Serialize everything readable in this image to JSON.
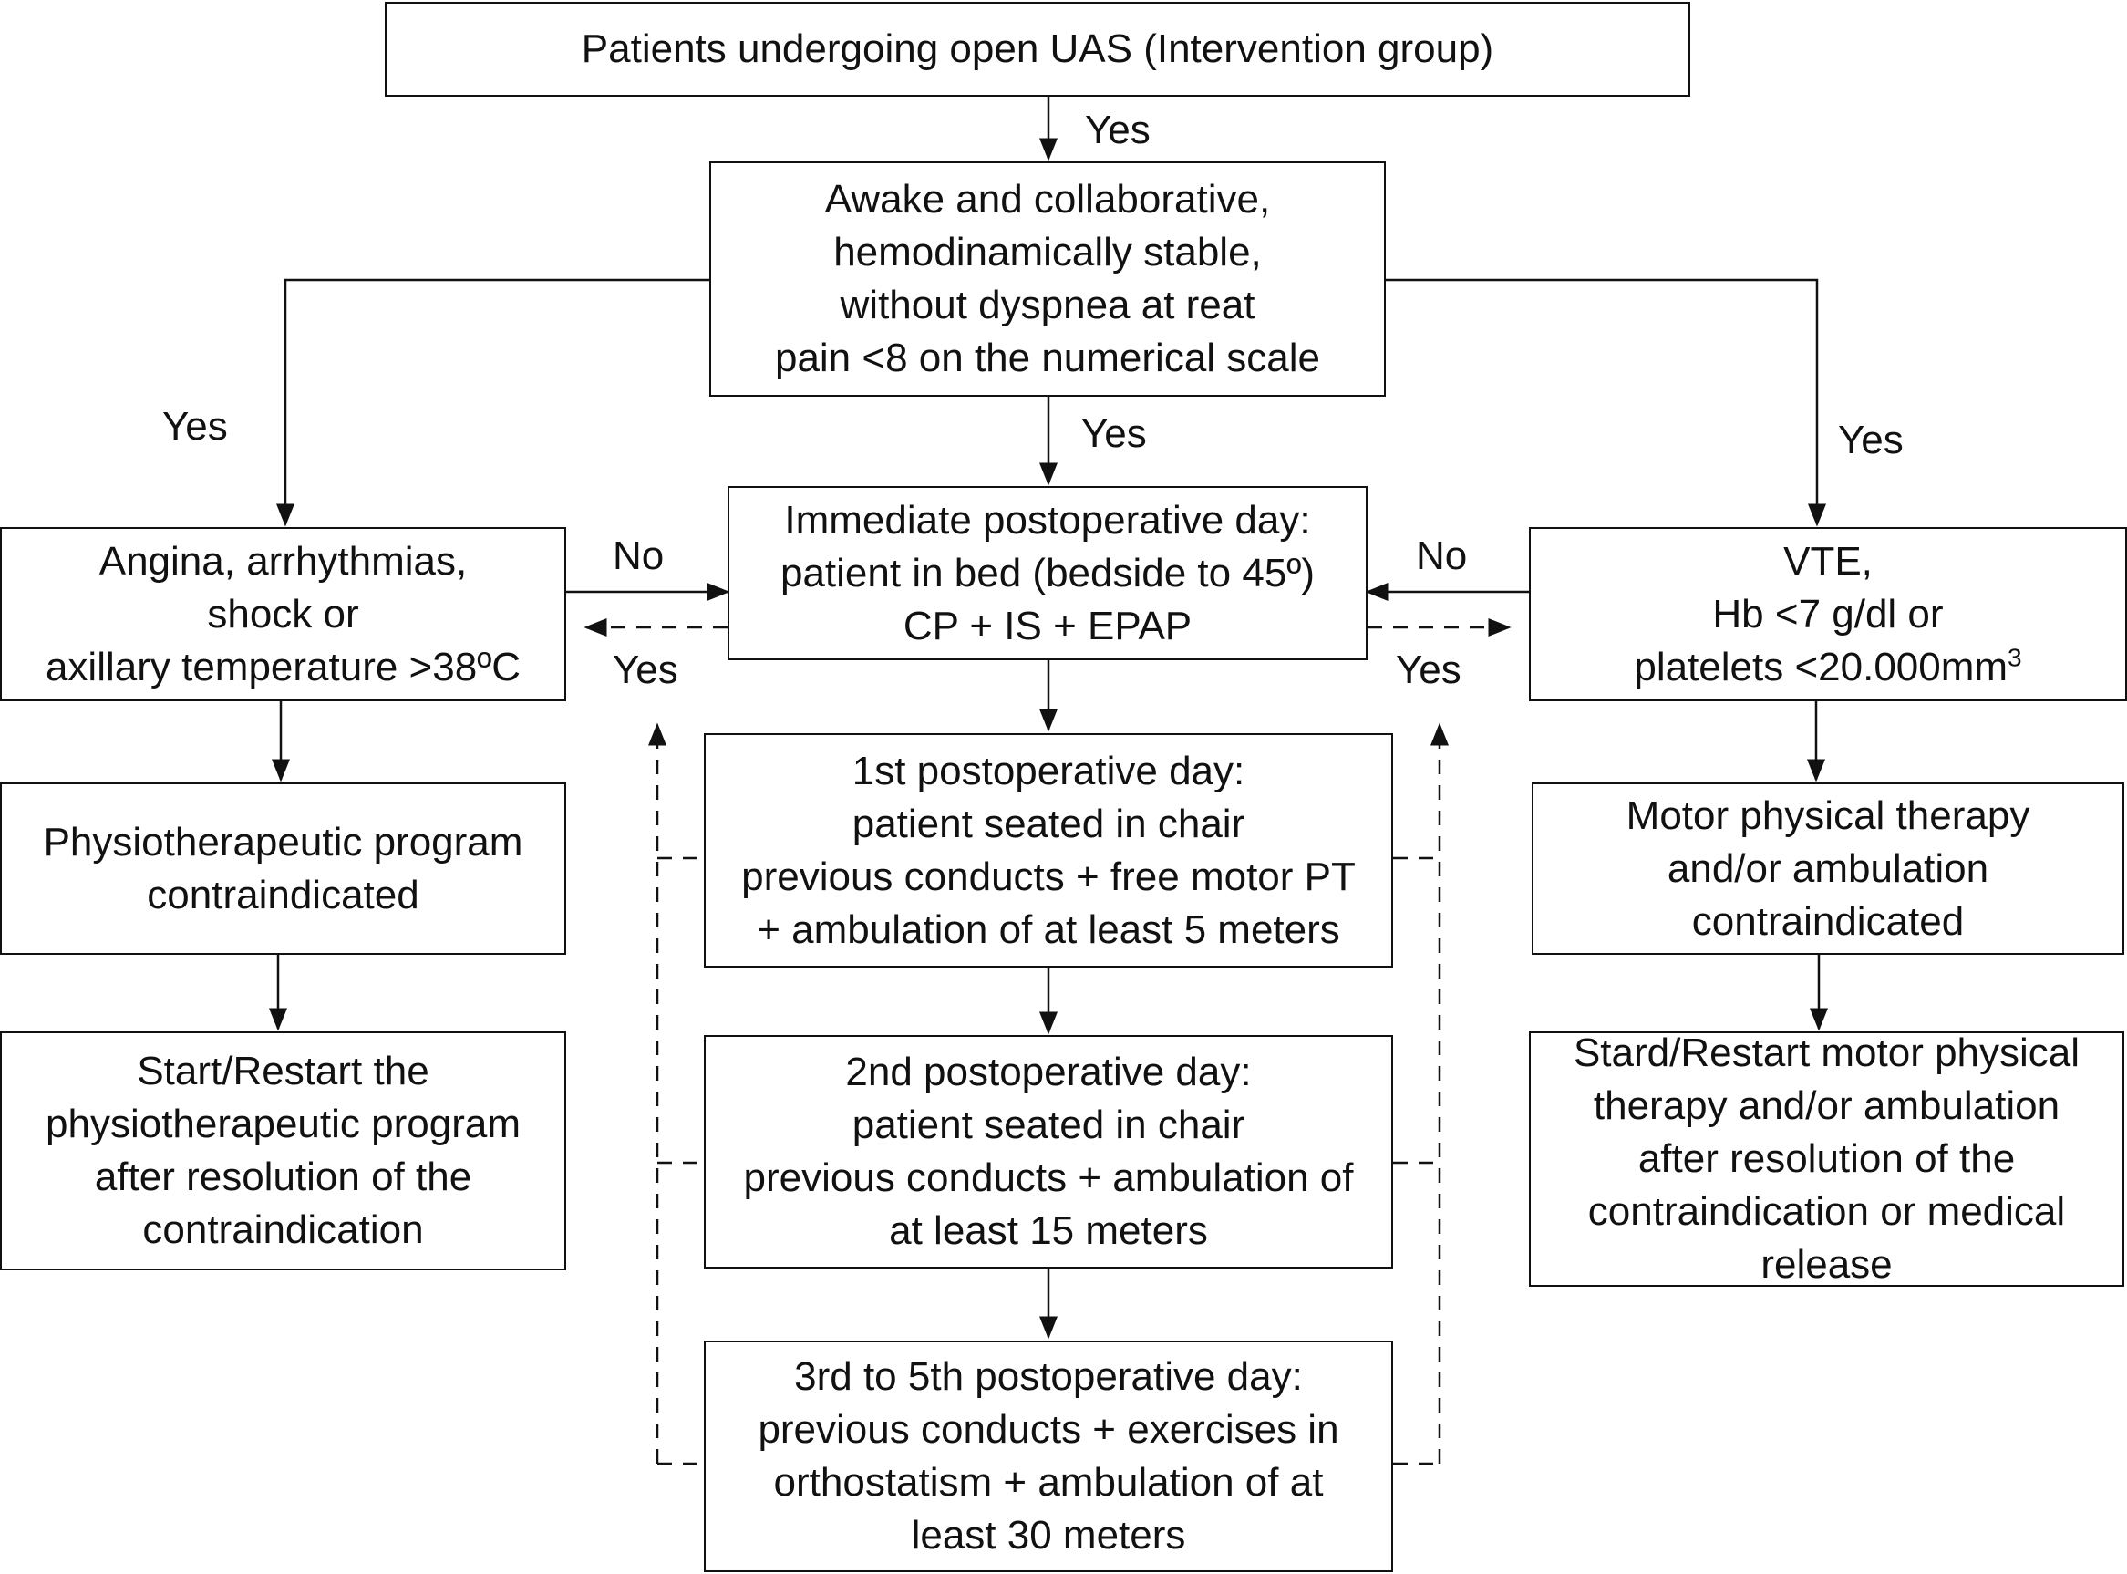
{
  "colors": {
    "stroke": "#111111",
    "background": "#ffffff"
  },
  "nodes": {
    "top": [
      "Patients undergoing open UAS (Intervention group)"
    ],
    "criteria": [
      "Awake and collaborative,",
      "hemodinamically stable,",
      "without dyspnea at reat",
      "pain <8 on the numerical scale"
    ],
    "immediate": [
      "Immediate postoperative day:",
      "patient in bed (bedside to 45º)",
      "CP + IS + EPAP"
    ],
    "day1": [
      "1st postoperative day:",
      "patient seated in chair",
      "previous conducts + free motor PT",
      "+ ambulation of at least 5 meters"
    ],
    "day2": [
      "2nd postoperative day:",
      "patient seated in chair",
      "previous conducts + ambulation of",
      "at least 15 meters"
    ],
    "day3": [
      "3rd to 5th postoperative day:",
      "previous conducts + exercises in",
      "orthostatism + ambulation of at",
      "least 30 meters"
    ],
    "angina": [
      "Angina, arrhythmias,",
      "shock or",
      "axillary temperature >38ºC"
    ],
    "physio_contra": [
      "Physiotherapeutic program",
      "contraindicated"
    ],
    "physio_restart": [
      "Start/Restart the",
      "physiotherapeutic program",
      "after resolution of the",
      "contraindication"
    ],
    "vte": {
      "line1": "VTE,",
      "line2": "Hb <7 g/dl or",
      "line3_main": "platelets <20.000mm",
      "line3_sup": "3"
    },
    "motor_contra": [
      "Motor physical therapy",
      "and/or ambulation",
      "contraindicated"
    ],
    "motor_restart": [
      "Stard/Restart motor physical",
      "therapy and/or ambulation",
      "after resolution of the",
      "contraindication or medical",
      "release"
    ]
  },
  "edge_labels": {
    "top_to_criteria": "Yes",
    "criteria_to_left": "Yes",
    "criteria_to_center": "Yes",
    "criteria_to_right": "Yes",
    "left_no": "No",
    "left_yes": "Yes",
    "right_no": "No",
    "right_yes": "Yes"
  }
}
